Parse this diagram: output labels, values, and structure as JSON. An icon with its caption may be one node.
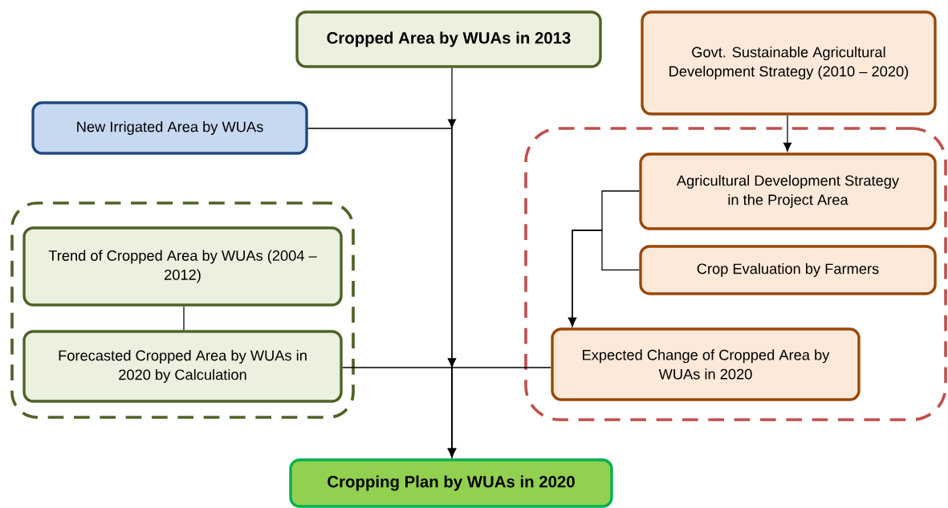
{
  "diagram": {
    "nodes": [
      {
        "text": [
          "Cropped Area by WUAs in 2013"
        ]
      },
      {
        "text": [
          "Govt. Sustainable Agricultural Development Strategy (2010 – 2020)"
        ]
      },
      {
        "text": [
          "New Irrigated Area by WUAs"
        ]
      },
      {
        "text": [],
        "shape": "box"
      },
      {
        "text": [
          "Trend of Cropped Area by WUAs (2004 – 2012)"
        ],
        "in": 3
      },
      {
        "text": [
          "Forecasted Cropped Area by WUAs in 2020 by Calculation"
        ],
        "in": 3
      },
      {
        "text": [],
        "shape": "box"
      },
      {
        "text": [
          "Agricultural Development Strategy in the Project Area"
        ],
        "in": 6
      },
      {
        "text": [
          "Crop  Evaluation by Farmers"
        ],
        "in": 6
      },
      {
        "text": [
          "Expected Change of Cropped Area by WUAs in 2020"
        ],
        "in": 6
      },
      {
        "text": [
          "Cropping Plan by WUAs in 2020"
        ]
      }
    ],
    "edges": [
      {
        "from": 0,
        "to": 10,
        "arrow": "to"
      },
      {
        "from": 2,
        "to": 10,
        "arrow": "to"
      },
      {
        "from": 4,
        "to": 5,
        "arrow": "none"
      },
      {
        "from": 5,
        "to": 10,
        "arrow": "to"
      },
      {
        "from": 9,
        "to": 10,
        "arrow": "to"
      },
      {
        "from": 1,
        "to": 7,
        "arrow": "to"
      },
      {
        "from": 7,
        "to": 9,
        "arrow": "to"
      },
      {
        "from": 8,
        "to": 9,
        "arrow": "to"
      }
    ]
  }
}
